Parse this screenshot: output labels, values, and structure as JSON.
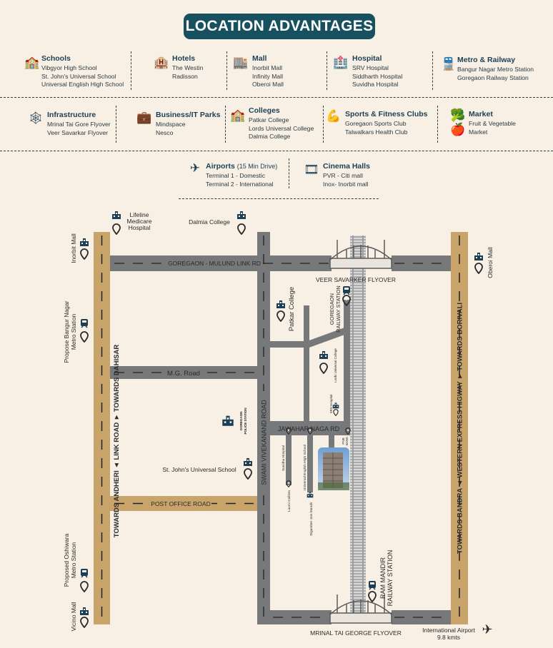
{
  "title": "LOCATION ADVANTAGES",
  "categories_row1": [
    {
      "icon": "school-icon",
      "heading": "Schools",
      "items": [
        "Vibgyor High School",
        "St. John's Universal School",
        "Universal English High School"
      ]
    },
    {
      "icon": "hotel-icon",
      "heading": "Hotels",
      "items": [
        "The Westin",
        "Radisson"
      ]
    },
    {
      "icon": "mall-icon",
      "heading": "Mall",
      "items": [
        "Inorbit Mall",
        "Infinity Mall",
        "Oberoi  Mall"
      ]
    },
    {
      "icon": "hospital-icon",
      "heading": "Hospital",
      "items": [
        "SRV Hospital",
        "Siddharth Hospital",
        "Suvidha Hospital"
      ]
    },
    {
      "icon": "train-icon",
      "heading": "Metro & Railway",
      "items": [
        "Bangur Nagar Metro Station",
        "Goregaon Railway Station"
      ]
    }
  ],
  "categories_row2": [
    {
      "icon": "infrastructure-icon",
      "heading": "Infrastructure",
      "items": [
        "Mrinal Tai Gore Flyover",
        "Veer Savarkar Flyover"
      ]
    },
    {
      "icon": "briefcase-icon",
      "heading": "Business/IT Parks",
      "items": [
        "Mindspace",
        "Nesco"
      ]
    },
    {
      "icon": "college-icon",
      "heading": "Colleges",
      "items": [
        "Patkar College",
        "Lords Universal College",
        "Dalmia College"
      ]
    },
    {
      "icon": "fitness-icon",
      "heading": "Sports & Fitness Clubs",
      "items": [
        "Goregaon Sports Club",
        "Talwalkars Health Club"
      ]
    },
    {
      "icon": "market-icon",
      "heading": "Market",
      "items": [
        "Fruit & Vegetable",
        "Market"
      ]
    }
  ],
  "categories_row3": [
    {
      "icon": "airplane-icon",
      "heading": "Airports",
      "note": "(15 Min Drive)",
      "items": [
        "Terminal 1 - Domestic",
        "Terminal 2 - International"
      ]
    },
    {
      "icon": "cinema-icon",
      "heading": "Cinema Halls",
      "items": [
        "PVR - Citi mall",
        "Inox- Inorbit mall"
      ]
    }
  ],
  "map": {
    "colors": {
      "road": "#77787a",
      "arterial": "#c9a46a",
      "rail": "#d8d8d8",
      "background": "#f8f0e4",
      "accent": "#17505f"
    },
    "roads": {
      "link_road": "TOWARDS ANDHERI  ◄  LINK ROAD  ►  TOWARDS DAHISAR",
      "western_express": "TOWARDS BANDRA  ◄  WESTERN EXPRESS HIGWAY  ►  TOWARDS BORIVALI",
      "mulund_link": "GOREGAON - MULUND LINK RD",
      "mg_road": "M.G. Road",
      "post_office": "POST OFFICE ROAD",
      "jawahar": "JAWAHAR NAGA RD",
      "swami_vivekanand": "SWAMI VIVEKANAND ROAD"
    },
    "flyovers": {
      "north": "VEER SAVARKER FLYOVER",
      "south": "MRINAL TAI GEORGE FLYOVER"
    },
    "landmarks": {
      "lifeline": [
        "Lifeline",
        "Medicare",
        "Hospital"
      ],
      "dalmia": "Dalmia College",
      "inorbit": "Inorbit Mall",
      "bangur": [
        "Propose Bangur Nagar",
        "Metro Station"
      ],
      "oshiwara": [
        "Proposed Oshiwara",
        "Metro Station"
      ],
      "vicino": "Vicino Mall",
      "oberoi": "Oberoi Mall",
      "patkar": "Patkar College",
      "goregaon_station": [
        "GOREGAON",
        "RAILWAY STATION"
      ],
      "lords": "Lords Universal College",
      "srv": "SRV Hospital",
      "police": [
        "GOREGAON",
        "POLICE STATION"
      ],
      "stjohns": "St. John's Universal School",
      "suvidha": "Suvidha Hospital",
      "universal": "Universal English High School",
      "laxmi": "Laxmi Callista",
      "jain": "Digamber Jain Mandir",
      "pnb": [
        "PNB",
        "BANK"
      ],
      "ram_mandir": [
        "RAM MANDIR",
        "RAILWAY STATION"
      ],
      "airport": [
        "International Airport",
        "9.8 kmts"
      ]
    }
  }
}
